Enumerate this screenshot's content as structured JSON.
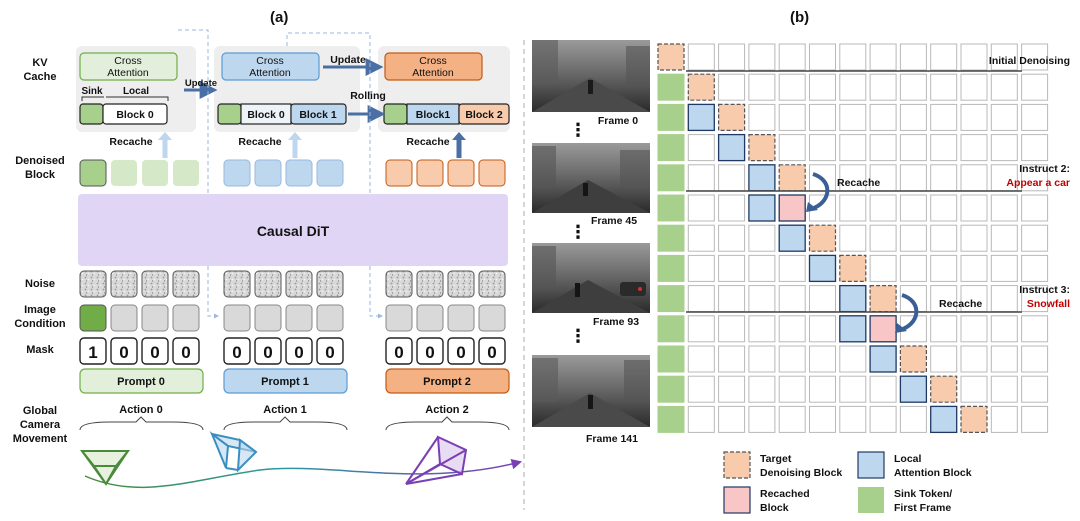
{
  "panel_a": {
    "label": "(a)",
    "rows": {
      "kv": [
        "KV",
        "Cache"
      ],
      "denoised": [
        "Denoised",
        "Block"
      ],
      "noise": "Noise",
      "image": [
        "Image",
        "Condition"
      ],
      "mask": "Mask",
      "global": [
        "Global",
        "Camera",
        "Movement"
      ]
    },
    "cross_attention": [
      "Cross",
      "Attention"
    ],
    "sink": "Sink",
    "local": "Local",
    "recache": "Recache",
    "update": "Update",
    "rolling": "Rolling",
    "causal_dit": "Causal DiT",
    "col0": {
      "blocks": [
        "Block 0"
      ],
      "mask": [
        "1",
        "0",
        "0",
        "0"
      ],
      "prompt": "Prompt 0",
      "action": "Action 0"
    },
    "col1": {
      "blocks": [
        "Block 0",
        "Block 1"
      ],
      "mask": [
        "0",
        "0",
        "0",
        "0"
      ],
      "prompt": "Prompt 1",
      "action": "Action 1"
    },
    "col2": {
      "blocks": [
        "Block1",
        "Block 2"
      ],
      "mask": [
        "0",
        "0",
        "0",
        "0"
      ],
      "prompt": "Prompt 2",
      "action": "Action 2"
    },
    "colors": {
      "green": "#a8d08d",
      "blue": "#bdd7ee",
      "orange": "#f4b183",
      "dit": "#e0d5f5"
    }
  },
  "frames": [
    "Frame 0",
    "Frame 45",
    "Frame 93",
    "Frame 141"
  ],
  "ellipsis": "⋮",
  "panel_b": {
    "label": "(b)",
    "annotations": {
      "initial": "Initial Denoising",
      "instruct2": "Instruct 2:",
      "instruct2_detail": "Appear a car",
      "instruct3": "Instruct 3:",
      "instruct3_detail": "Snowfall",
      "recache": "Recache"
    },
    "legend": {
      "target": [
        "Target",
        "Denoising Block"
      ],
      "local": [
        "Local",
        "Attention Block"
      ],
      "recached": [
        "Recached",
        "Block"
      ],
      "sink": [
        "Sink Token/",
        "First Frame"
      ]
    },
    "grid": {
      "rows": 14,
      "cols": 12
    }
  }
}
